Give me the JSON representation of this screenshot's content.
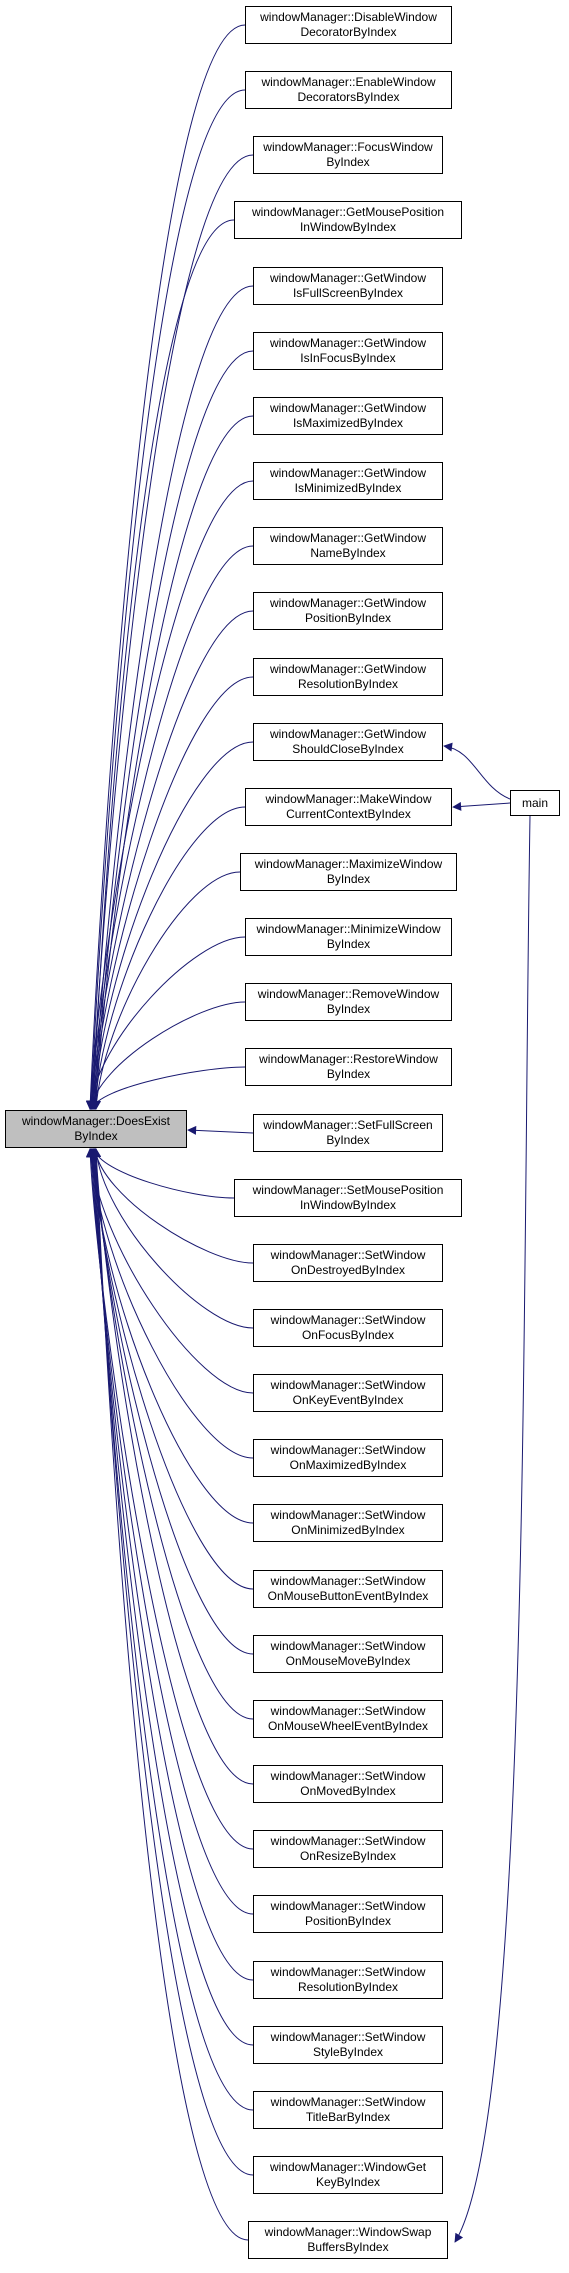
{
  "diagram": {
    "colors": {
      "edge": "#191970",
      "node_border": "#000000",
      "focus_fill": "#bfbfbf"
    },
    "focus": {
      "line1": "windowManager::DoesExist",
      "line2": "ByIndex"
    },
    "main": {
      "label": "main"
    },
    "callers": [
      {
        "line1": "windowManager::DisableWindow",
        "line2": "DecoratorByIndex"
      },
      {
        "line1": "windowManager::EnableWindow",
        "line2": "DecoratorsByIndex"
      },
      {
        "line1": "windowManager::FocusWindow",
        "line2": "ByIndex"
      },
      {
        "line1": "windowManager::GetMousePosition",
        "line2": "InWindowByIndex"
      },
      {
        "line1": "windowManager::GetWindow",
        "line2": "IsFullScreenByIndex"
      },
      {
        "line1": "windowManager::GetWindow",
        "line2": "IsInFocusByIndex"
      },
      {
        "line1": "windowManager::GetWindow",
        "line2": "IsMaximizedByIndex"
      },
      {
        "line1": "windowManager::GetWindow",
        "line2": "IsMinimizedByIndex"
      },
      {
        "line1": "windowManager::GetWindow",
        "line2": "NameByIndex"
      },
      {
        "line1": "windowManager::GetWindow",
        "line2": "PositionByIndex"
      },
      {
        "line1": "windowManager::GetWindow",
        "line2": "ResolutionByIndex"
      },
      {
        "line1": "windowManager::GetWindow",
        "line2": "ShouldCloseByIndex"
      },
      {
        "line1": "windowManager::MakeWindow",
        "line2": "CurrentContextByIndex"
      },
      {
        "line1": "windowManager::MaximizeWindow",
        "line2": "ByIndex"
      },
      {
        "line1": "windowManager::MinimizeWindow",
        "line2": "ByIndex"
      },
      {
        "line1": "windowManager::RemoveWindow",
        "line2": "ByIndex"
      },
      {
        "line1": "windowManager::RestoreWindow",
        "line2": "ByIndex"
      },
      {
        "line1": "windowManager::SetFullScreen",
        "line2": "ByIndex"
      },
      {
        "line1": "windowManager::SetMousePosition",
        "line2": "InWindowByIndex"
      },
      {
        "line1": "windowManager::SetWindow",
        "line2": "OnDestroyedByIndex"
      },
      {
        "line1": "windowManager::SetWindow",
        "line2": "OnFocusByIndex"
      },
      {
        "line1": "windowManager::SetWindow",
        "line2": "OnKeyEventByIndex"
      },
      {
        "line1": "windowManager::SetWindow",
        "line2": "OnMaximizedByIndex"
      },
      {
        "line1": "windowManager::SetWindow",
        "line2": "OnMinimizedByIndex"
      },
      {
        "line1": "windowManager::SetWindow",
        "line2": "OnMouseButtonEventByIndex"
      },
      {
        "line1": "windowManager::SetWindow",
        "line2": "OnMouseMoveByIndex"
      },
      {
        "line1": "windowManager::SetWindow",
        "line2": "OnMouseWheelEventByIndex"
      },
      {
        "line1": "windowManager::SetWindow",
        "line2": "OnMovedByIndex"
      },
      {
        "line1": "windowManager::SetWindow",
        "line2": "OnResizeByIndex"
      },
      {
        "line1": "windowManager::SetWindow",
        "line2": "PositionByIndex"
      },
      {
        "line1": "windowManager::SetWindow",
        "line2": "ResolutionByIndex"
      },
      {
        "line1": "windowManager::SetWindow",
        "line2": "StyleByIndex"
      },
      {
        "line1": "windowManager::SetWindow",
        "line2": "TitleBarByIndex"
      },
      {
        "line1": "windowManager::WindowGet",
        "line2": "KeyByIndex"
      },
      {
        "line1": "windowManager::WindowSwap",
        "line2": "BuffersByIndex"
      }
    ],
    "main_calls": [
      11,
      12,
      34
    ]
  }
}
